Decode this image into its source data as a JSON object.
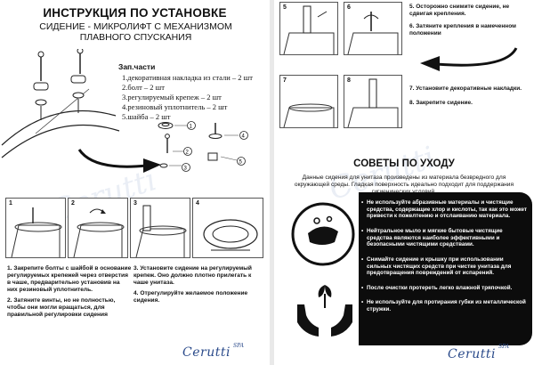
{
  "left_page": {
    "title": "ИНСТРУКЦИЯ ПО УСТАНОВКЕ",
    "subtitle_line1": "СИДЕНИЕ - МИКРОЛИФТ С МЕХАНИЗМОМ",
    "subtitle_line2": "ПЛАВНОГО СПУСКАНИЯ",
    "parts_heading": "Зап.части",
    "parts": [
      "1.декоративная накладка из стали – 2 шт",
      "2.болт – 2 шт",
      "3.регулируемый крепеж – 2 шт",
      "4.резиновый уплотнитель – 2 шт",
      "5.шайба – 2 шт"
    ],
    "part_callouts": [
      "1",
      "2",
      "3",
      "4",
      "5"
    ],
    "panel_numbers": [
      "1",
      "2",
      "3",
      "4"
    ],
    "steps_col1": [
      "1.  Закрепите болты с шайбой в основание регулируемых крепежей через отверстия в чаше, предварительно установив на них резиновый уплотнитель.",
      "2.  Затяните винты, но не полностью, чтобы они могли вращаться, для правильной регулировки сидения"
    ],
    "steps_col2": [
      "3. Установите сидение на регулируемый крепеж. Оно должно плотно прилегать к чаше унитаза.",
      "4. Отрегулируйте желаемое положение сидения."
    ],
    "logo": "Cerutti",
    "logo_sup": "SPA",
    "watermark": "Cerutti"
  },
  "right_page": {
    "panel_numbers": [
      "5",
      "6",
      "7",
      "8"
    ],
    "notes_top": [
      "5. Осторожно снимите сидение, не сдвигая крепления.",
      "6. Затяните крепления в намеченном положении"
    ],
    "notes_mid": [
      "7. Установите декоративные накладки.",
      "8. Закрепите сидение."
    ],
    "care_title": "СОВЕТЫ ПО УХОДУ",
    "care_intro": "Данные сидения для унитаза произведены из материала безвредного для окружающей среды. Гладкая поверхность идеально подходит для поддержания гигиенических условий.",
    "care_items": [
      "Не используйте абразивные материалы и чистящие средства, содержащие хлор и кислоты, так как это может привести к пожелтению и отслаиванию материала.",
      "Нейтральное мыло и мягкие бытовые чистящие средства являются наиболее эффективными и безопасными чистящими средствами.",
      "Снимайте сидение и крышку при использовании сильных чистящих средств при чистке унитаза для предотвращения повреждений от испарений.",
      "После очистки протереть легко влажной тряпочкой.",
      "Не используйте для протирания губки из металлической стружки."
    ],
    "logo": "Cerutti",
    "logo_sup": "SPA",
    "watermark": "Cerutti"
  }
}
